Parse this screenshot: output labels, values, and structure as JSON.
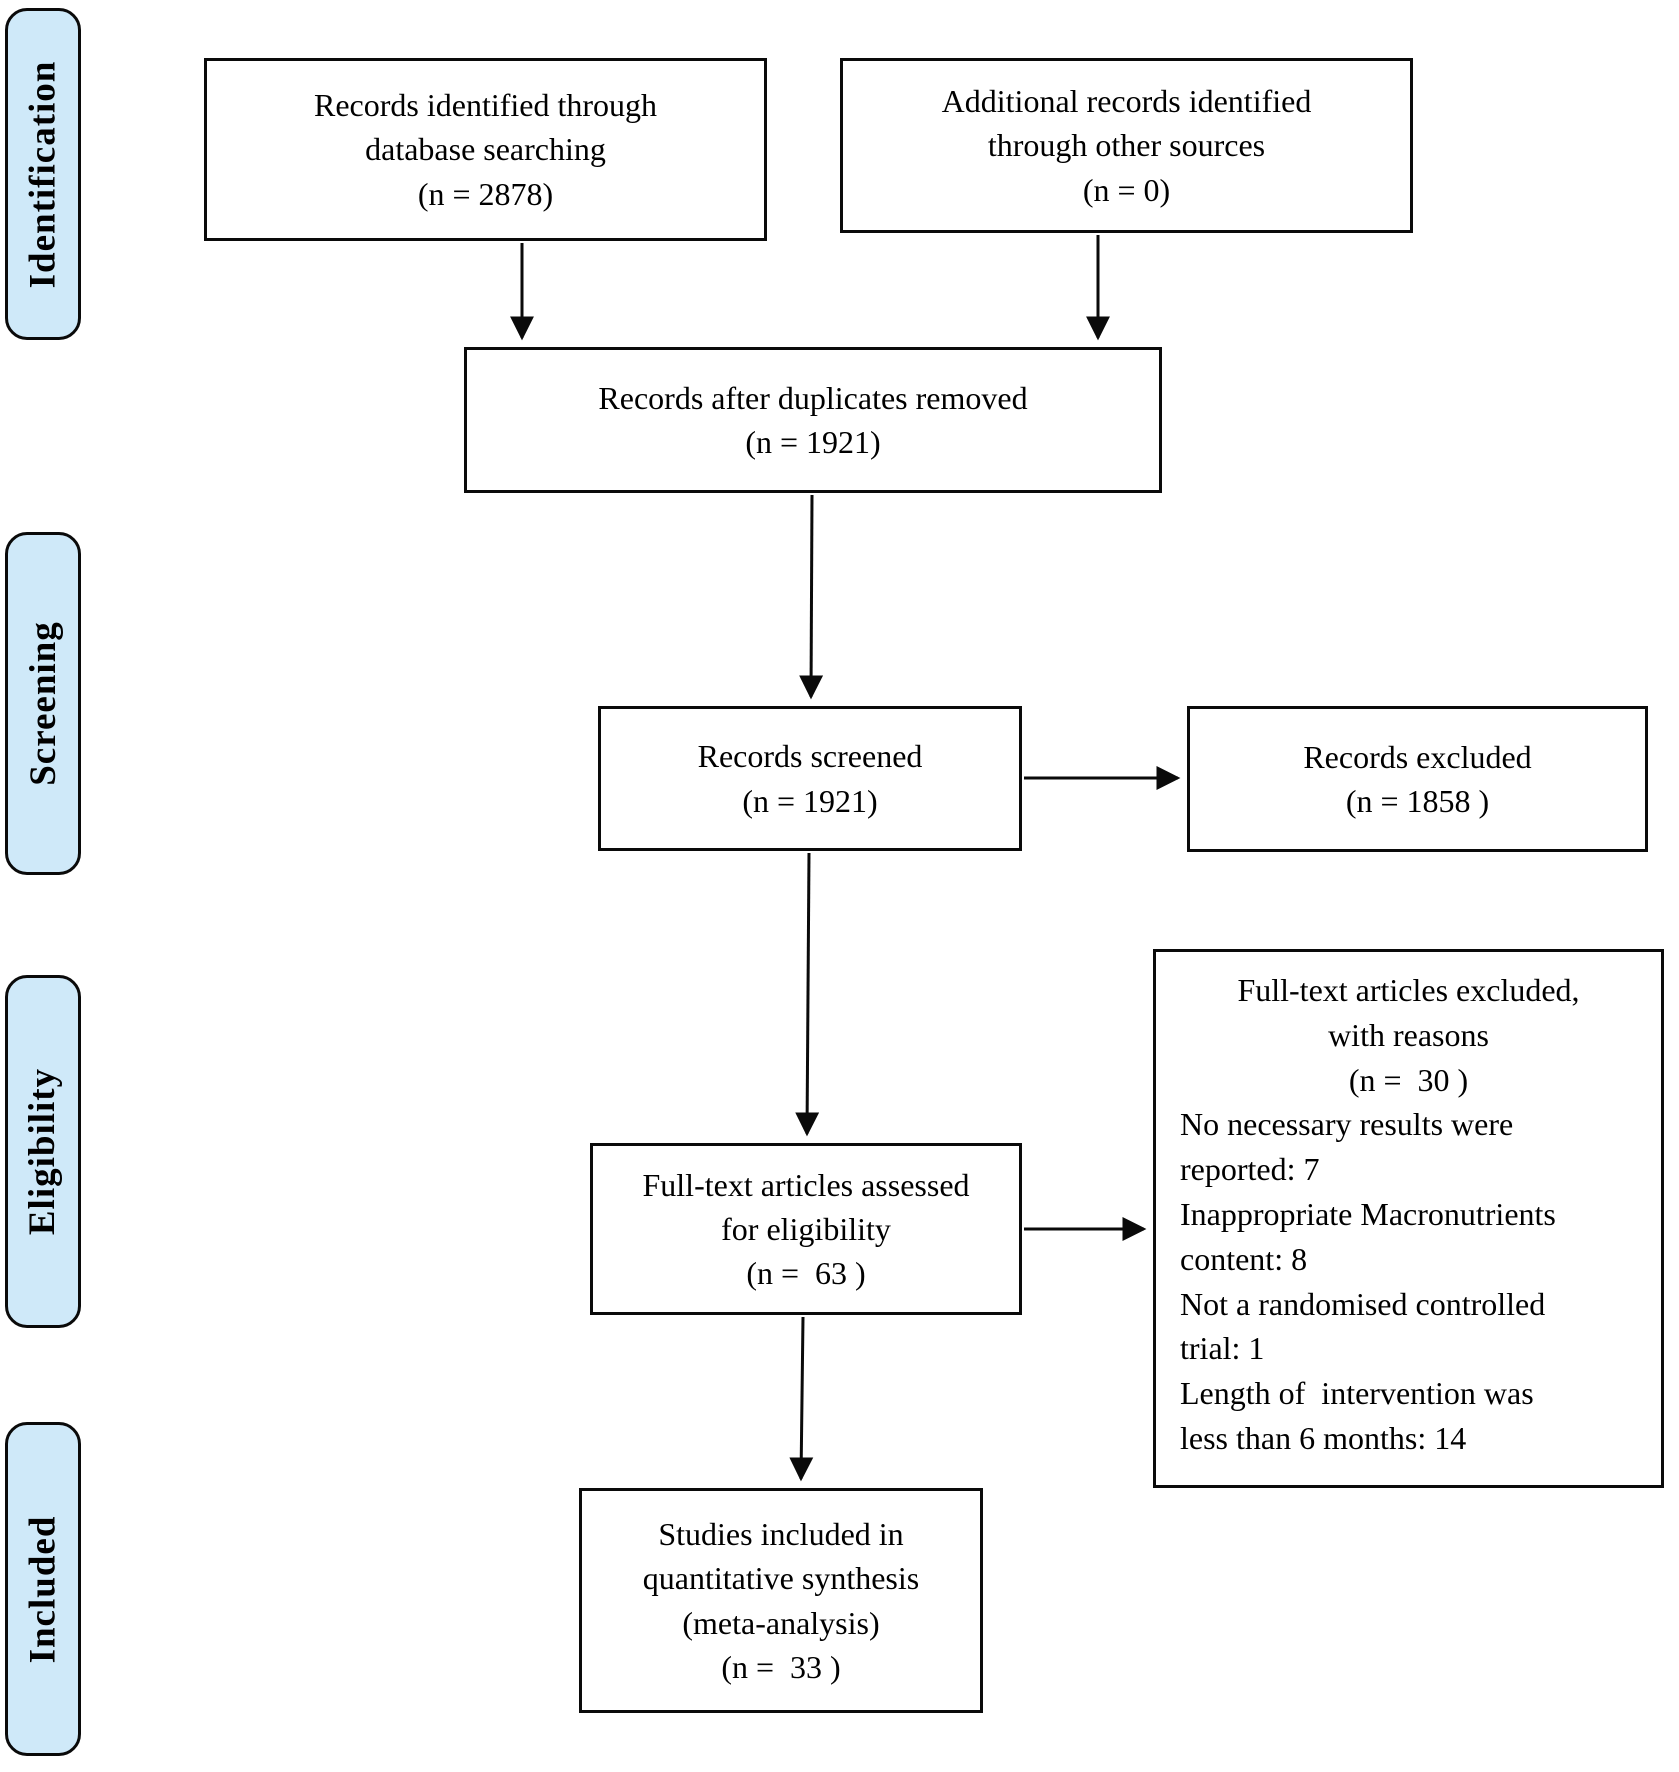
{
  "figure": {
    "kind": "flow-diagram",
    "stages": {
      "identification": "Identification",
      "screening": "Screening",
      "eligibility": "Eligibility",
      "included": "Included"
    },
    "boxes": {
      "db_search": "Records identified through\ndatabase searching\n(n = 2878)",
      "other_sources": "Additional records identified\nthrough other sources\n(n = 0)",
      "after_duplicates": "Records after duplicates removed\n(n = 1921)",
      "screened": "Records screened\n(n = 1921)",
      "excluded": "Records excluded\n(n = 1858 )",
      "fulltext_assessed": "Full-text articles assessed\nfor eligibility\n(n =  63 )",
      "fulltext_excluded_header": "Full-text articles excluded,\nwith reasons\n(n =  30 )",
      "fulltext_excluded_reasons": "No necessary results were\nreported: 7\nInappropriate Macronutrients\ncontent: 8\nNot a randomised controlled\ntrial: 1\nLength of  intervention was\nless than 6 months: 14",
      "included_synthesis": "Studies included in\nquantitative synthesis\n(meta-analysis)\n(n =  33 )"
    },
    "counts": {
      "identified_database": 2878,
      "identified_other_sources": 0,
      "after_duplicates": 1921,
      "screened": 1921,
      "records_excluded": 1858,
      "fulltext_assessed": 63,
      "fulltext_excluded": 30,
      "excluded_no_results": 7,
      "excluded_macronutrients": 8,
      "excluded_not_rct": 1,
      "excluded_short_intervention": 14,
      "included_meta_analysis": 33
    },
    "colors": {
      "stage_fill": "#cfe9f9",
      "line": "#0a0a0a",
      "background": "#ffffff"
    }
  }
}
